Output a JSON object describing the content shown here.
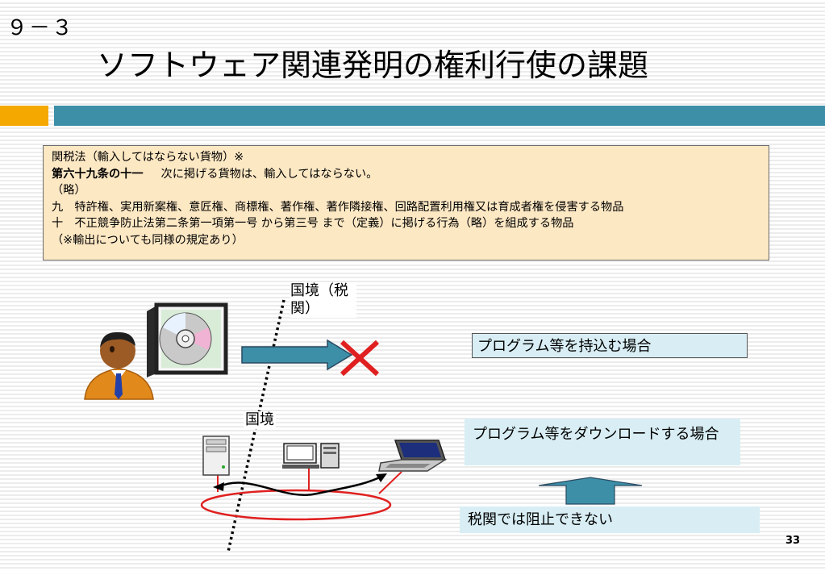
{
  "slide": {
    "number": "９－３",
    "title": "ソフトウェア関連発明の権利行使の課題",
    "page": "33"
  },
  "law_box": {
    "heading": "関税法（輸入してはならない貨物）※",
    "article_bold": "第六十九条の十一",
    "article_text": "次に掲げる貨物は、輸入してはならない。",
    "omitted": "（略）",
    "item9": "九　特許権、実用新案権、意匠権、商標権、著作権、著作隣接権、回路配置利用権又は育成者権を侵害する物品",
    "item10": "十　不正競争防止法第二条第一項第一号 から第三号 まで（定義）に掲げる行為（略）を組成する物品",
    "note": "（※輸出についても同様の規定あり）"
  },
  "diagram": {
    "border_customs_label": "国境（税関）",
    "border_label": "国境",
    "bring_in_label": "プログラム等を持込む場合",
    "download_label": "プログラム等をダウンロードする場合",
    "customs_cannot_block": "税関では阻止できない"
  },
  "colors": {
    "accent_orange": "#f5a800",
    "accent_teal": "#3d8fa8",
    "law_box_bg": "#fde8c4",
    "note_box_bg": "#d8eef4",
    "x_mark": "#e02020"
  }
}
